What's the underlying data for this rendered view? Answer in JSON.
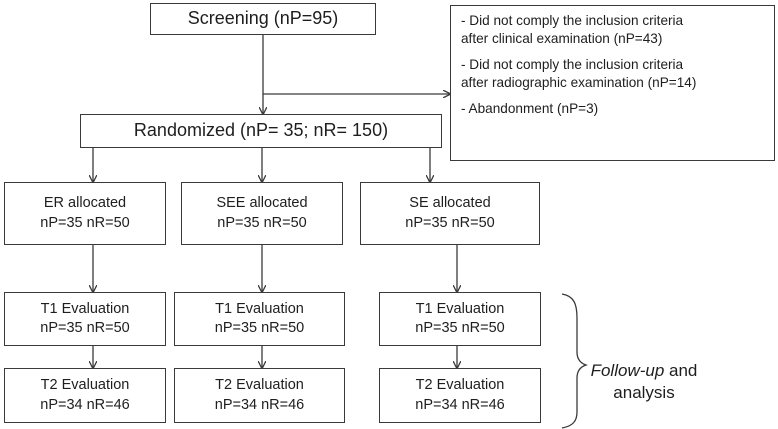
{
  "screening": "Screening (nP=95)",
  "exclusions": [
    [
      "- Did not comply the inclusion criteria",
      "after clinical examination (nP=43)"
    ],
    [
      "- Did not comply the inclusion criteria",
      "after radiographic examination (nP=14)"
    ],
    [
      "- Abandonment (nP=3)"
    ]
  ],
  "randomized": "Randomized (nP= 35; nR= 150)",
  "groups": [
    {
      "allocated": [
        "ER allocated",
        "nP=35 nR=50"
      ],
      "t1": [
        "T1 Evaluation",
        "nP=35 nR=50"
      ],
      "t2": [
        "T2 Evaluation",
        "nP=34 nR=46"
      ]
    },
    {
      "allocated": [
        "SEE allocated",
        "nP=35  nR=50"
      ],
      "t1": [
        "T1 Evaluation",
        "nP=35  nR=50"
      ],
      "t2": [
        "T2 Evaluation",
        "nP=34  nR=46"
      ]
    },
    {
      "allocated": [
        "SE allocated",
        "nP=35 nR=50"
      ],
      "t1": [
        "T1 Evaluation",
        "nP=35 nR=50"
      ],
      "t2": [
        "T2 Evaluation",
        "nP=34 nR=46"
      ]
    }
  ],
  "followup": {
    "italic": "Follow-up",
    "rest1": " and",
    "rest2": "analysis"
  }
}
